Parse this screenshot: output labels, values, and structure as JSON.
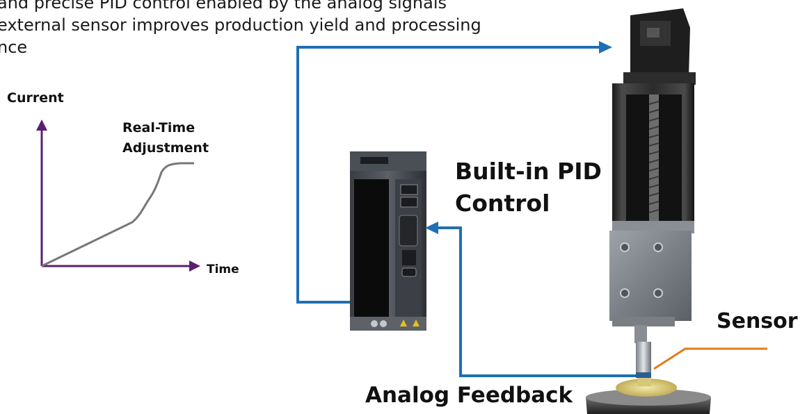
{
  "intro": {
    "lines": [
      "and precise PID control enabled by the analog signals",
      "external sensor improves production yield and processing",
      "nce"
    ]
  },
  "graph": {
    "y_axis_label": "Current",
    "x_axis_label": "Time",
    "curve_label_lines": [
      "Real-Time",
      "Adjustment"
    ]
  },
  "labels": {
    "pid_lines": [
      "Built-in PID",
      "Control"
    ],
    "sensor": "Sensor",
    "feedback": "Analog Feedback"
  },
  "colors": {
    "signal_line": "#1f6fb4",
    "axis": "#5a1f72",
    "curve": "#777777",
    "sensor_leader": "#e07b1a"
  }
}
